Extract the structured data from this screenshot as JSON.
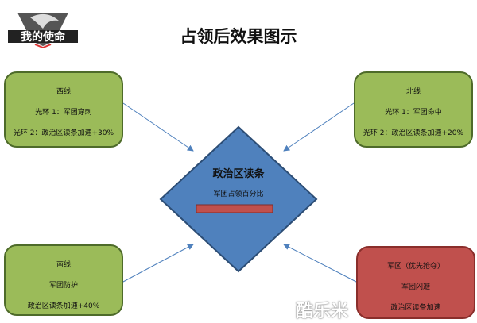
{
  "title": "占领后效果图示",
  "logo_text": "我的使命",
  "center": {
    "title": "政治区读条",
    "subtitle": "军团占领百分比",
    "progress": 0
  },
  "boxes": {
    "west": {
      "name": "西线",
      "line1": "光环 1：军团穿刺",
      "line2": "光环 2：政治区读条加速+30%"
    },
    "north": {
      "name": "北线",
      "line1": "光环 1：军团命中",
      "line2": "光环 2：政治区读条加速+20%"
    },
    "south": {
      "name": "南线",
      "line1": "军团防护",
      "line2": "政治区读条加速+40%"
    },
    "military": {
      "name": "军区（优先抢夺）",
      "line1": "军团闪避",
      "line2": "政治区读条加速"
    }
  },
  "watermark": "酷乐米",
  "colors": {
    "green": "#9bbb59",
    "red": "#c0504d",
    "blue": "#4f81bd"
  }
}
